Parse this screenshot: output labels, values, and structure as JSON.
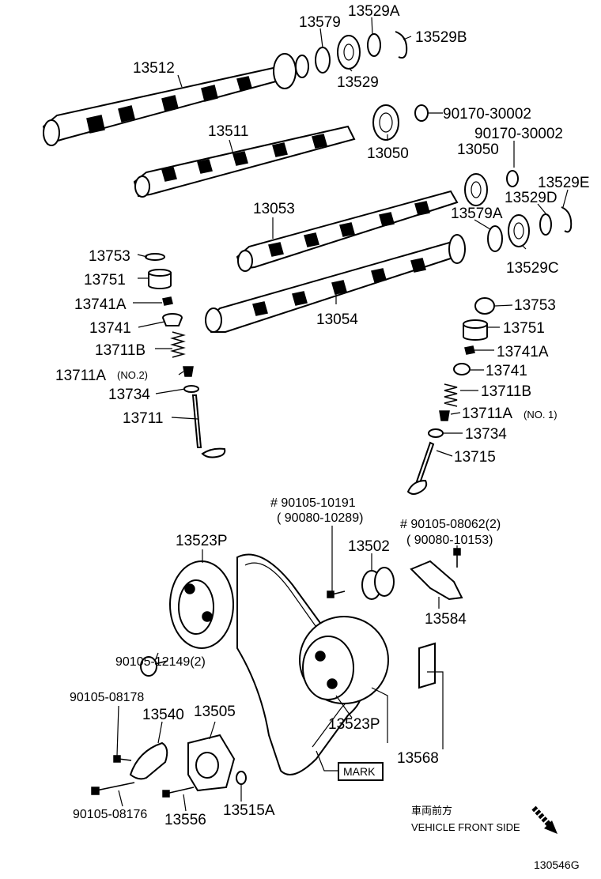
{
  "labels": {
    "p13579": "13579",
    "p13529A": "13529A",
    "p13529B": "13529B",
    "p13529": "13529",
    "p13512": "13512",
    "p90170a": "90170-30002",
    "p13050a": "13050",
    "p13511": "13511",
    "p90170b": "90170-30002",
    "p13050b": "13050",
    "p13529E": "13529E",
    "p13529D": "13529D",
    "p13053": "13053",
    "p13579A": "13579A",
    "p13529C": "13529C",
    "p13054": "13054",
    "l13753": "13753",
    "l13751": "13751",
    "l13741A": "13741A",
    "l13741": "13741",
    "l13711B": "13711B",
    "l13711A": "13711A",
    "l13711A_note": "(NO.2)",
    "l13734": "13734",
    "l13711": "13711",
    "r13753": "13753",
    "r13751": "13751",
    "r13741A": "13741A",
    "r13741": "13741",
    "r13711B": "13711B",
    "r13711A": "13711A",
    "r13711A_note": "(NO. 1)",
    "r13734": "13734",
    "r13715": "13715",
    "b90105_10191": "# 90105-10191",
    "b90080_10289": "( 90080-10289)",
    "b90105_08062": "# 90105-08062(2)",
    "b90080_10153": "( 90080-10153)",
    "b13523P_top": "13523P",
    "b13502": "13502",
    "b13584": "13584",
    "b90105_12149": "90105-12149(2)",
    "b90105_08178": "90105-08178",
    "b13540": "13540",
    "b13505": "13505",
    "b13523P_bot": "13523P",
    "b13568": "13568",
    "b90105_08176": "90105-08176",
    "b13556": "13556",
    "b13515A": "13515A",
    "mark": "MARK",
    "front_jp": "車両前方",
    "front_en": "VEHICLE FRONT SIDE",
    "figure_code": "130546G"
  }
}
